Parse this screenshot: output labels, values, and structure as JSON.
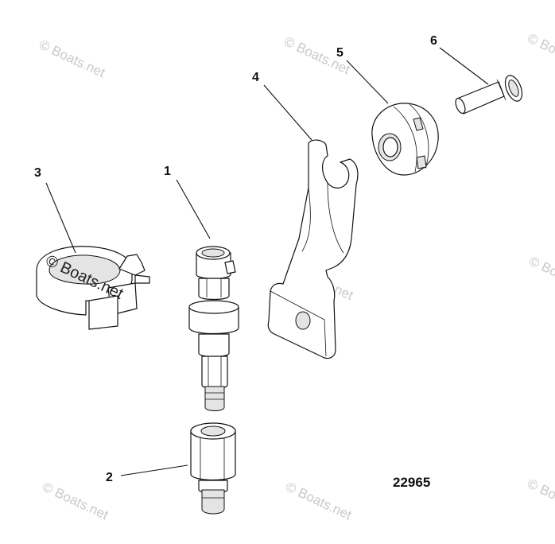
{
  "callouts": {
    "c1": "1",
    "c2": "2",
    "c3": "3",
    "c4": "4",
    "c5": "5",
    "c6": "6"
  },
  "diagram_number": "22965",
  "watermark": "© Boats.net"
}
